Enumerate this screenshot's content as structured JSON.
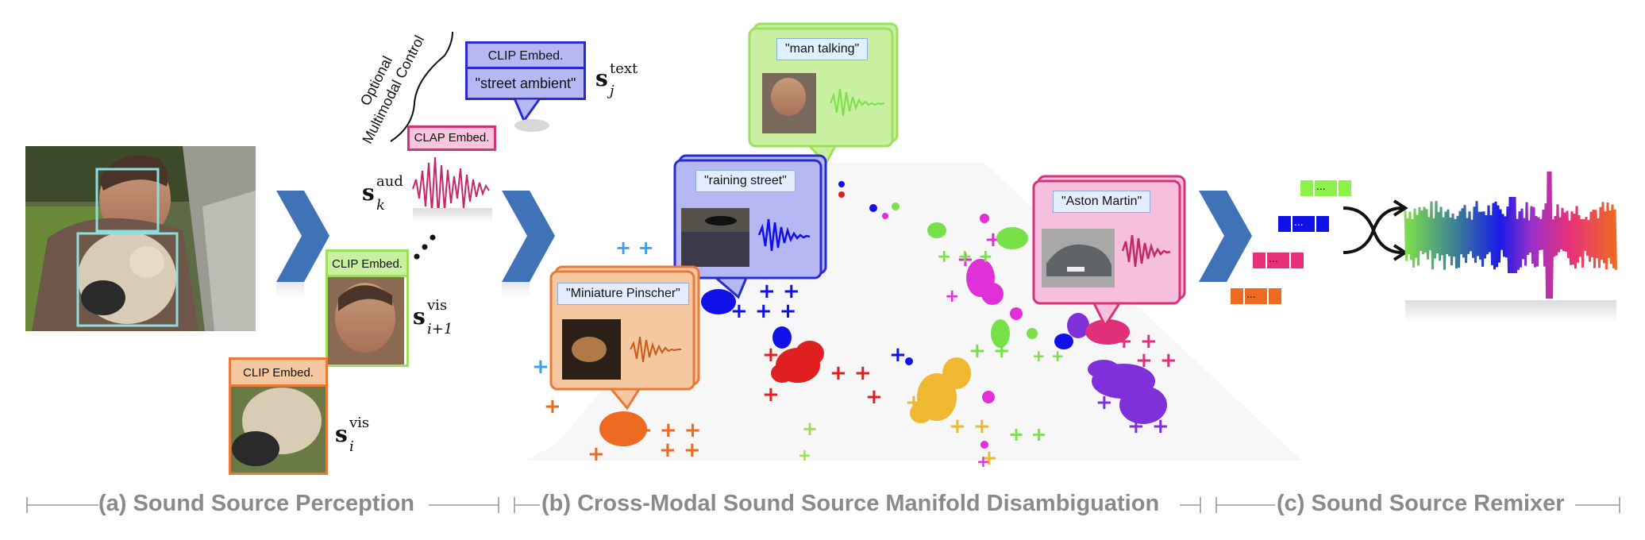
{
  "left_panel": {
    "optional_label_line1": "Optional",
    "optional_label_line2": "Multimodal Control",
    "clip_text_title": "CLIP Embed.",
    "clip_text_query": "\"street ambient\"",
    "clap_title": "CLAP Embed.",
    "clip_face_title": "CLIP Embed.",
    "clip_dog_title": "CLIP Embed.",
    "sym_text": {
      "base": "s",
      "sub": "j",
      "sup": "text"
    },
    "sym_aud": {
      "base": "s",
      "sub": "k",
      "sup": "aud"
    },
    "sym_vis_face": {
      "base": "s",
      "sub": "i+1",
      "sup": "vis"
    },
    "sym_vis_dog": {
      "base": "s",
      "sub": "i",
      "sup": "vis"
    }
  },
  "manifold": {
    "callouts": [
      {
        "id": "man",
        "label": "\"man talking\"",
        "color": "#c8f0a0",
        "border": "#9ee05c"
      },
      {
        "id": "rain",
        "label": "\"raining street\"",
        "color": "#b6b8f4",
        "border": "#2a2ad0"
      },
      {
        "id": "pinscher",
        "label": "\"Miniature Pinscher\"",
        "color": "#f6c8a0",
        "border": "#e8793a"
      },
      {
        "id": "aston",
        "label": "\"Aston Martin\"",
        "color": "#f6c0dc",
        "border": "#d8307a"
      }
    ]
  },
  "remixer": {
    "token_text": "...",
    "colors": {
      "green": "#8ef04a",
      "blue": "#1010e8",
      "pink": "#e8307a",
      "orange": "#ee6a22"
    }
  },
  "sections": {
    "a": "(a) Sound Source Perception",
    "b": "(b) Cross-Modal Sound Source Manifold Disambiguation",
    "c": "(c) Sound Source Remixer"
  },
  "colors": {
    "chevron": "#3f72b6",
    "section_text": "#8a8a8a",
    "clip_text_border": "#2a2ad0",
    "clip_text_fill": "#b6b8f4",
    "clap_border": "#d8307a",
    "clap_fill": "#f7c6dc",
    "clip_face_border": "#9ee05c",
    "clip_face_fill": "#c8f0a0",
    "clip_dog_border": "#e8793a",
    "clip_dog_fill": "#f6c8a0"
  }
}
